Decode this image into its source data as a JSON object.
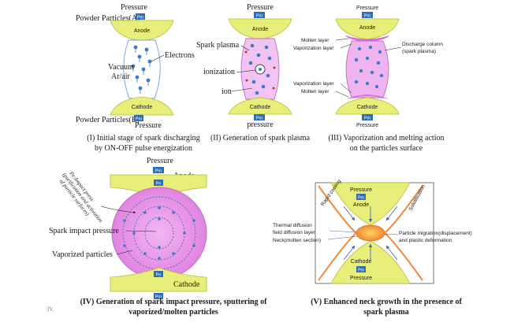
{
  "colors": {
    "electrode": "#e7ef7a",
    "electrode_edge": "#b6bd3a",
    "plasma": "#e9a6e9",
    "plasma_strong": "#d86bd8",
    "ion_blue": "#3b7dc5",
    "neck_orange": "#f08a3a",
    "tag_blue": "#2f6db5",
    "ink": "#1a1a1a",
    "white": "#ffffff",
    "arrow_blue": "#3f6fae",
    "field_blue": "#4f8bd8",
    "red": "#c0392b"
  },
  "icons": [
    "pressure-tag",
    "electron-marker",
    "arrow"
  ],
  "panel1": {
    "pressure_top": "Pressure",
    "powder_a": "Powder Particles(A)",
    "pm_top": "Pm",
    "anode": "Anode",
    "electrons": "Electrons",
    "vacuum": "Vacuum",
    "ar_air": "Ar/air",
    "cathode": "Cathode",
    "powder_b": "Powder Particles(B)",
    "pm_bottom": "Pm",
    "pressure_bottom": "Pressure",
    "caption_line1": "(I) Initial stage of spark discharging",
    "caption_line2": "by ON-OFF pulse energization"
  },
  "panel2": {
    "pressure_top": "Pressure",
    "pm_top": "Pm",
    "anode": "Anode",
    "spark_plasma": "Spark plasma",
    "ionization": "ionization",
    "ion": "ion",
    "cathode": "Cathode",
    "pm_bottom": "Pm",
    "pressure_bottom": "pressure",
    "caption": "(II) Generation of spark plasma"
  },
  "panel3": {
    "pressure_top": "Pressure",
    "pm_top": "Pm",
    "anode": "Anode",
    "molten_layer_top": "Molten layer",
    "vaporization_layer_top": "Vaporization layer",
    "discharge_column_line1": "Discharge column",
    "discharge_column_line2": "(spark plasma)",
    "vaporization_layer_bottom": "Vaporization layer",
    "molten_layer_bottom": "Molten layer",
    "cathode": "Cathode",
    "pm_bottom": "Pm",
    "pressure_bottom": "Pressure",
    "caption_line1": "(III) Vaporization and melting action",
    "caption_line2": "on the particles surface"
  },
  "panel4": {
    "pressure_top": "Pressure",
    "pm_top": "Pm",
    "anode": "Anode",
    "pe_top": "Pe",
    "rotated_line1": "Pe:Impact press",
    "rotated_line2": "(purification and activation",
    "rotated_line3": "of particle surfaces)",
    "spark_impact": "Spark impact pressure",
    "vaporized": "Vaporized particles",
    "pe_bottom": "Pe",
    "cathode": "Cathode",
    "pm_bottom": "Pm",
    "caption_line1": "(IV) Generation of spark impact pressure, sputtering of",
    "caption_line2": "vaporized/molten particles",
    "caption_ghost": "IV,"
  },
  "panel5": {
    "pressure_top": "Pressure",
    "pm_top": "Pm",
    "anode": "Anode",
    "rapid_cooling": "Rapid cooling",
    "solidification": "Solidification",
    "thermal_line1": "Thermal diffusion",
    "thermal_line2": "field diffusion layer",
    "neck": "Neck(molten section)",
    "migration_line1": "Particle migration(displacement)",
    "migration_line2": "and plastic deformation",
    "cathode": "Cathode",
    "pm_bottom": "Pm",
    "pressure_bottom": "Pressure",
    "caption_line1": "(V) Enhanced neck growth in the presence of",
    "caption_line2": "spark plasma"
  }
}
